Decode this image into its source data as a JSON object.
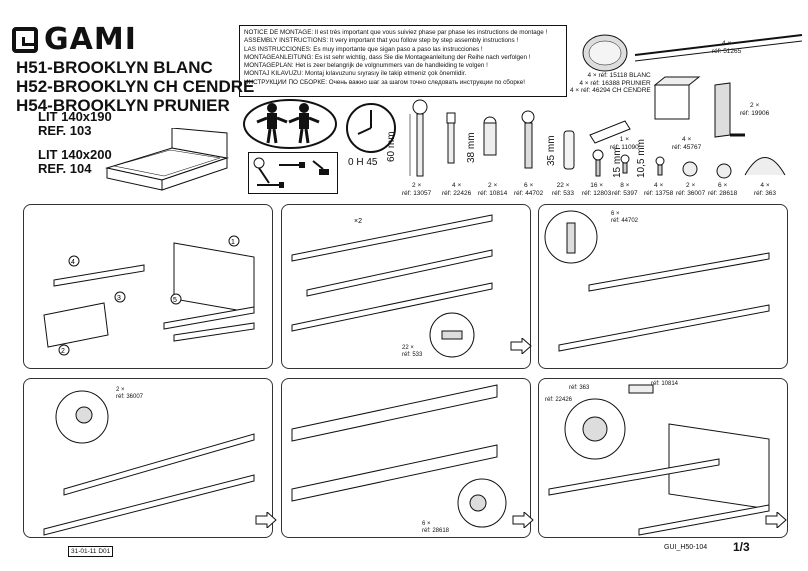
{
  "brand": "GAMI",
  "models": [
    "H51-BROOKLYN BLANC",
    "H52-BROOKLYN CH CENDRE",
    "H54-BROOKLYN PRUNIER"
  ],
  "refs": [
    {
      "size": "LIT 140x190",
      "ref": "REF. 103"
    },
    {
      "size": "LIT 140x200",
      "ref": "REF. 104"
    }
  ],
  "notice": [
    "NOTICE DE MONTAGE: Il est très important que vous suiviez phase par phase les instructions de montage !",
    "ASSEMBLY INSTRUCTIONS: It very important that you follow step by step assembly instructions !",
    "LAS INSTRUCCIONES: Es muy importante que sigan paso a paso las instrucciones !",
    "MONTAGEANLEITUNG: Es ist sehr wichtig, dass Sie die Montageanleitung der Reihe nach verfolgen !",
    "MONTAGEPLAN: Het is zeer belangrijk de volgnummers van de handleiding te volgen !",
    "MONTAJ KILAVUZU: Montaj kılavuzunu sıyrasıy ile takip etmeniz çok önemlidir.",
    "ИНСТРУКЦИИ ПО СБОРКЕ: Очень важно шаг за шагом точно следовать инструкции по сборке!"
  ],
  "time_label": "0 H 45",
  "dims": {
    "d60": "60 mm",
    "d38": "38 mm",
    "d35": "35 mm",
    "d15": "15 mm",
    "d105": "10,5 mm"
  },
  "hardware": [
    {
      "qty": "2 ×",
      "ref": "réf: 13057"
    },
    {
      "qty": "4 ×",
      "ref": "réf: 22426"
    },
    {
      "qty": "2 ×",
      "ref": "réf: 10814"
    },
    {
      "qty": "6 ×",
      "ref": "réf: 44702"
    },
    {
      "qty": "22 ×",
      "ref": "réf: 533"
    },
    {
      "qty": "16 ×",
      "ref": "réf: 12803"
    },
    {
      "qty": "8 ×",
      "ref": "réf: 5397"
    },
    {
      "qty": "4 ×",
      "ref": "réf: 13758"
    },
    {
      "qty": "2 ×",
      "ref": "réf: 36007"
    },
    {
      "qty": "6 ×",
      "ref": "réf: 28618"
    },
    {
      "qty": "4 ×",
      "ref": "réf: 363"
    }
  ],
  "top_right": {
    "bar": {
      "qty": "4 ×",
      "ref": "réf: 51265"
    },
    "caps": [
      "4 × réf: 15118 BLANC",
      "4 × réf: 16388 PRUNIER",
      "4 × réf: 46294 CH CENDRE"
    ],
    "bracket": {
      "qty": "2 ×",
      "ref": "réf: 19906"
    },
    "glue": {
      "qty": "1 ×",
      "ref": "réf: 11090"
    },
    "box": {
      "qty": "4 ×",
      "ref": "réf: 45767"
    }
  },
  "steps": {
    "s2": {
      "x2": "×2",
      "qty": "22 ×",
      "ref": "réf: 533"
    },
    "s3": {
      "qty": "6 ×",
      "ref": "réf: 44702"
    },
    "s4": {
      "qty": "2 ×",
      "ref": "réf: 36007"
    },
    "s5": {
      "qty": "6 ×",
      "ref": "réf: 28618"
    },
    "s6": {
      "ref363": "réf: 363",
      "ref22426": "réf: 22426",
      "ref10814": "réf: 10814"
    }
  },
  "part_numbers": [
    "1",
    "2",
    "3",
    "4",
    "5"
  ],
  "footer": {
    "date": "31-01-11 D01",
    "code": "GUI_H50-104",
    "page": "1/3"
  }
}
